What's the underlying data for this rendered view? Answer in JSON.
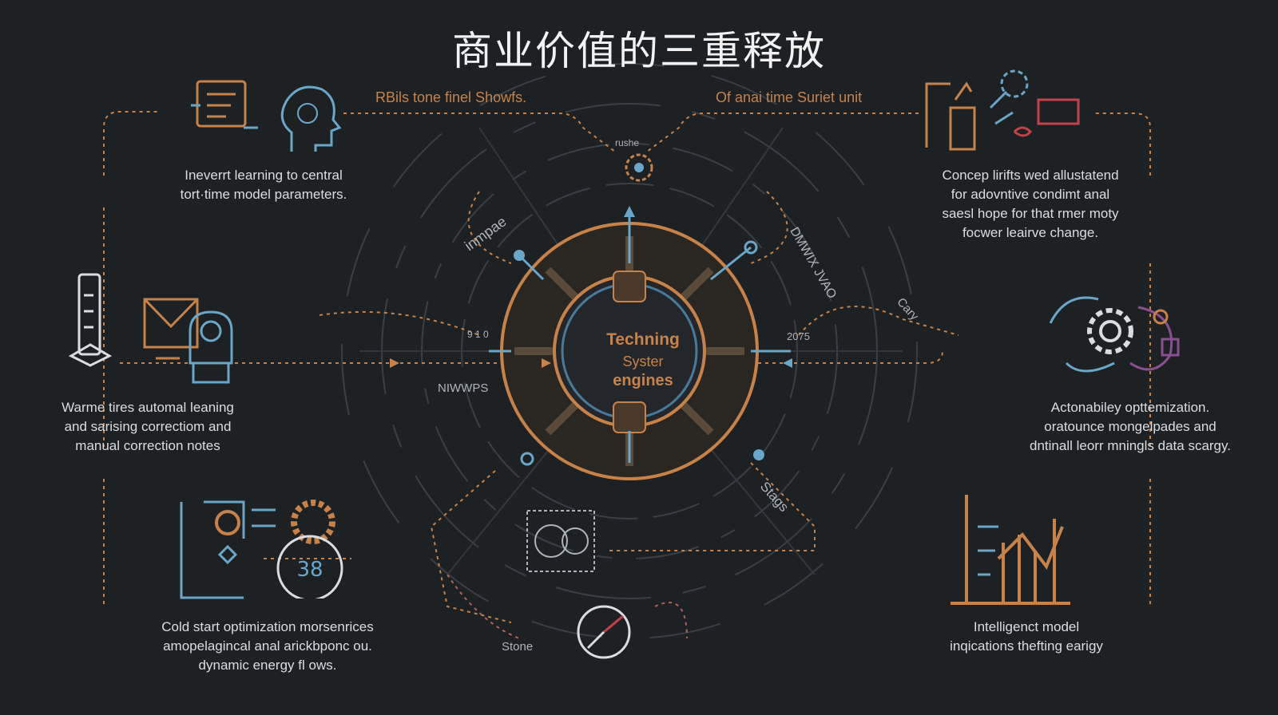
{
  "title": "商业价值的三重释放",
  "top_labels": {
    "left": "RBils tone finel Showfs.",
    "right": "Of anai time Suriet unit"
  },
  "hub": {
    "line1": "Techning",
    "line2": "Syster",
    "line3": "engines"
  },
  "captions": {
    "top_left": [
      "Ineverrt learning to central",
      "tort·time model parameters."
    ],
    "top_right": [
      "Concep lirifts wed allustatend",
      "for adovntive condimt anal",
      "saesl hope for that rmer moty",
      "focwer leairve change."
    ],
    "mid_left": [
      "Warme tires automal leaning",
      "and sarising correctiom and",
      "manual correction notes"
    ],
    "mid_right": [
      "Actonabiley opttemization.",
      "oratounce mongelpades and",
      "dntinall leorr mningls data scargy."
    ],
    "bottom_left": [
      "Cold start optimization morsenrices",
      "amopelagincal anal arickbponc ou.",
      "dynamic energy fl ows."
    ],
    "bottom_right": [
      "Intelligenct model",
      "inqications thefting earigy"
    ]
  },
  "diagram_labels": {
    "inmpae": "inmpae",
    "nimwps": "NIWWPS",
    "num_left": "9 1 0",
    "num_right": "2075",
    "vert_right": "DMWIX JVAO",
    "cary": "Cary",
    "stags": "Stags",
    "stone": "Stone",
    "rushe": "rushe"
  },
  "colors": {
    "background": "#1e2124",
    "orange": "#c7824a",
    "blue": "#6aa6c8",
    "red": "#c2424a",
    "purple": "#8a4f8f"
  },
  "icons": [
    "document-icon",
    "head-profile-icon",
    "thermometer-icon",
    "mail-icon",
    "robot-icon",
    "flowchart-icon",
    "globe-gear-icon",
    "building-chart-icon",
    "gear-network-icon",
    "bar-chart-icon",
    "compass-icon",
    "circuit-board-icon"
  ]
}
